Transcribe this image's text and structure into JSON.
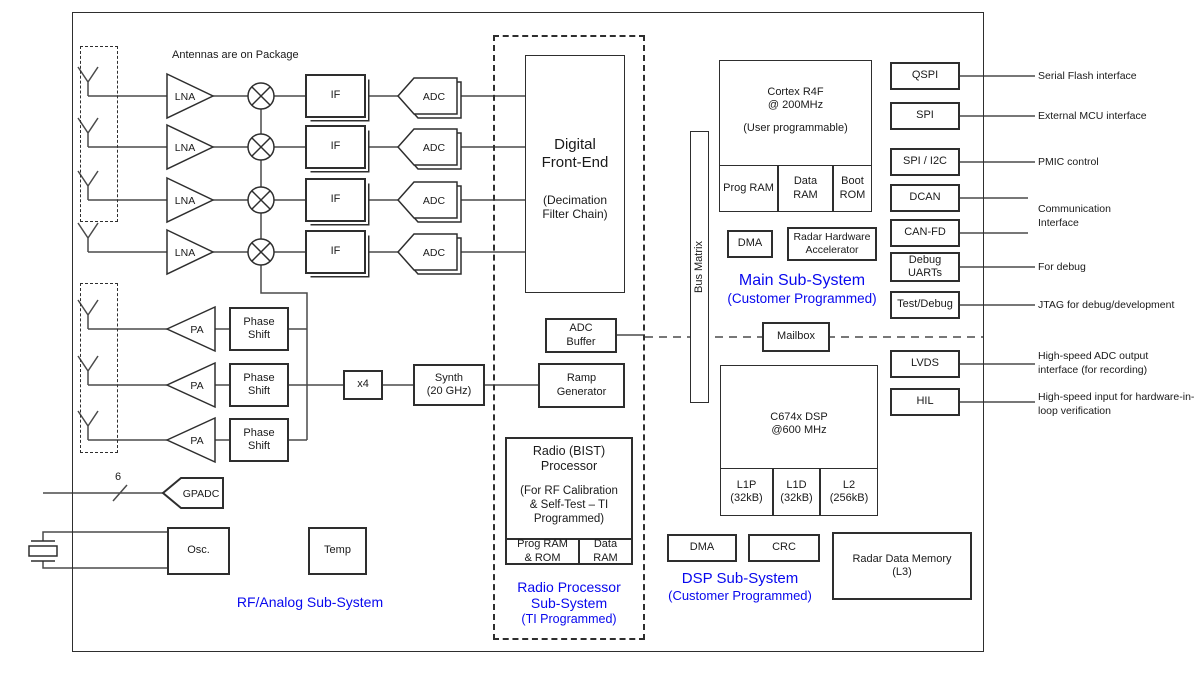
{
  "colors": {
    "accent_blue": "#0808ee",
    "line": "#4a4a4a",
    "border": "#2e2e2e"
  },
  "notes": {
    "antennas": "Antennas are on Package"
  },
  "rx": {
    "lna": "LNA",
    "if": "IF",
    "adc": "ADC"
  },
  "tx": {
    "pa": "PA",
    "phase_shift": "Phase\nShift",
    "x4": "x4",
    "synth": "Synth\n(20 GHz)"
  },
  "analog": {
    "gpadc": "GPADC",
    "gpadc_bus_width": "6",
    "osc": "Osc.",
    "temp": "Temp",
    "subsystem_label": "RF/Analog Sub-System"
  },
  "dfe": {
    "title": "Digital\nFront-End",
    "subtitle": "(Decimation\nFilter Chain)"
  },
  "radio_ss": {
    "adc_buffer": "ADC\nBuffer",
    "ramp_generator": "Ramp\nGenerator",
    "bist_title": "Radio (BIST)\nProcessor",
    "bist_note": "(For RF Calibration\n& Self-Test  – TI\nProgrammed)",
    "prog_ram_rom": "Prog RAM\n& ROM",
    "data_ram": "Data\nRAM",
    "label_main": "Radio Processor\nSub-System",
    "label_sub": "(TI Programmed)"
  },
  "bus_matrix": "Bus Matrix",
  "main_ss": {
    "cpu_title": "Cortex R4F\n@ 200MHz",
    "cpu_note": "(User programmable)",
    "prog_ram": "Prog RAM",
    "data_ram": "Data\nRAM",
    "boot_rom": "Boot\nROM",
    "dma": "DMA",
    "accelerator": "Radar Hardware\nAccelerator",
    "label_main": "Main Sub-System",
    "label_sub": "(Customer Programmed)",
    "mailbox": "Mailbox"
  },
  "dsp_ss": {
    "dsp_title": "C674x DSP\n@600 MHz",
    "l1p": "L1P\n(32kB)",
    "l1d": "L1D\n(32kB)",
    "l2": "L2\n(256kB)",
    "dma": "DMA",
    "crc": "CRC",
    "label_main": "DSP Sub-System",
    "label_sub": "(Customer Programmed)",
    "radar_data_memory": "Radar Data Memory\n(L3)"
  },
  "peripherals": [
    {
      "box": "QSPI",
      "label": "Serial Flash interface"
    },
    {
      "box": "SPI",
      "label": "External MCU interface"
    },
    {
      "box": "SPI / I2C",
      "label": "PMIC control"
    },
    {
      "box": "DCAN",
      "label": ""
    },
    {
      "box": "CAN-FD",
      "label": ""
    },
    {
      "box": "Debug\nUARTs",
      "label": "For debug"
    },
    {
      "box": "Test/Debug",
      "label": "JTAG for debug/development"
    },
    {
      "box": "LVDS",
      "label": "High-speed ADC output\ninterface (for recording)"
    },
    {
      "box": "HIL",
      "label": "High-speed input for hardware-in-\nloop verification"
    }
  ],
  "comm_label": "Communication\nInterface"
}
